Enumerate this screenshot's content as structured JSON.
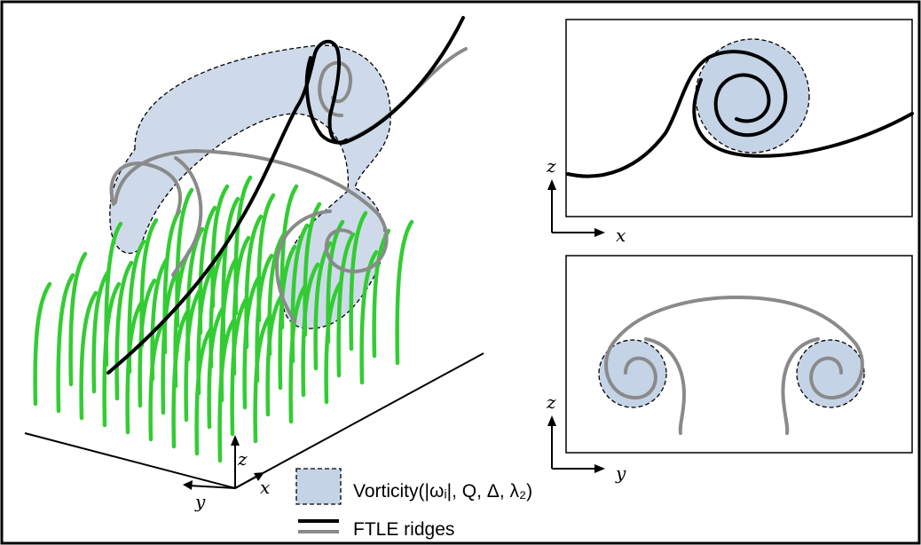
{
  "axes": {
    "main": {
      "z": "z",
      "x": "x",
      "y": "y"
    },
    "top_right": {
      "vertical": "z",
      "horizontal": "x"
    },
    "bottom_right": {
      "vertical": "z",
      "horizontal": "y"
    }
  },
  "legend": {
    "vorticity_label": "Vorticity(|ωᵢ|, Q, Δ, λ₂)",
    "ftle_label": "FTLE ridges"
  },
  "colors": {
    "vortex_fill": "#c5d3e6",
    "ftle_black": "#000000",
    "ftle_gray": "#8a8a8a",
    "grass": "#33cc33"
  }
}
